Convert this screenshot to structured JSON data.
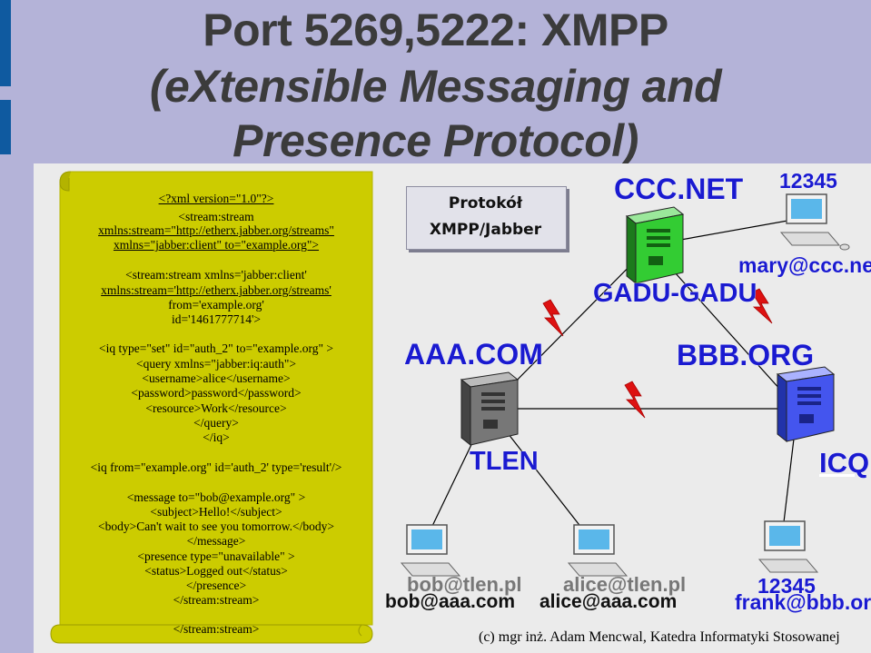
{
  "title": {
    "line1": "Port 5269,5222: XMPP",
    "line2": "(eXtensible Messaging and",
    "line3": "Presence Protocol)"
  },
  "xml_lines": [
    "<?xml version=\"1.0\"?>",
    "<stream:stream",
    "xmlns:stream=\"http://etherx.jabber.org/streams\"",
    "xmlns=\"jabber:client\" to=\"example.org\">",
    "<stream:stream xmlns='jabber:client'",
    "xmlns:stream='http://etherx.jabber.org/streams'",
    "from='example.org'",
    "id='1461777714'>",
    "<iq type=\"set\" id=\"auth_2\" to=\"example.org\" >",
    "<query xmlns=\"jabber:iq:auth\">",
    "<username>alice</username>",
    "<password>password</password>",
    "<resource>Work</resource>",
    "</query>",
    "</iq>",
    "<iq from=\"example.org\" id='auth_2' type='result'/>",
    "<message to=\"bob@example.org\" >",
    "<subject>Hello!</subject>",
    "<body>Can't wait to see you tomorrow.</body>",
    "</message>",
    "<presence type=\"unavailable\" >",
    "<status>Logged out</status>",
    "</presence>",
    "</stream:stream>",
    "</stream:stream>"
  ],
  "protocol_box": {
    "line1": "Protokół",
    "line2": "XMPP/Jabber"
  },
  "servers": {
    "ccc": "CCC.NET",
    "gadu": "GADU-GADU",
    "aaa": "AAA.COM",
    "tlen": "TLEN",
    "bbb": "BBB.ORG",
    "icq": "ICQ"
  },
  "clients": {
    "mary_num": "12345",
    "mary_addr": "mary@ccc.net",
    "bob_1": "bob@tlen.pl",
    "bob_2": "bob@aaa.com",
    "alice_1": "alice@tlen.pl",
    "alice_2": "alice@aaa.com",
    "frank_num": "12345",
    "frank_addr": "frank@bbb.org"
  },
  "credit": "(c) mgr inż. Adam Mencwal, Katedra Informatyki Stosowanej",
  "colors": {
    "background": "#b4b3d8",
    "scroll": "#cccc00",
    "label_blue": "#1a1ad0",
    "lightning": "#dd1111",
    "server_green": "#33cc33",
    "server_blue": "#4455ee",
    "server_gray": "#777777"
  }
}
